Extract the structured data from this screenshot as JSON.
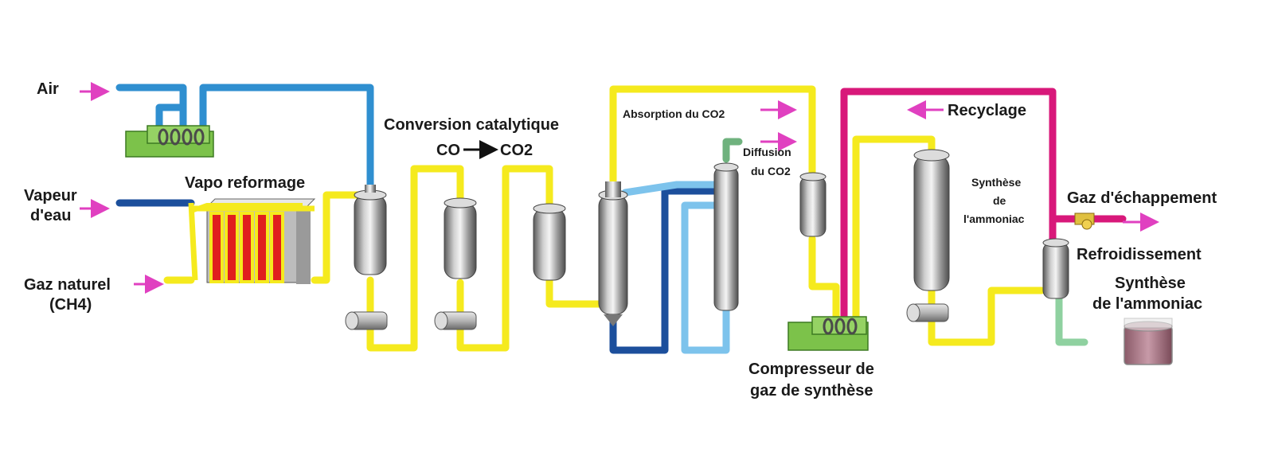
{
  "diagram": {
    "inputs": {
      "air": "Air",
      "vapeur_line1": "Vapeur",
      "vapeur_line2": "d'eau",
      "gaz_line1": "Gaz naturel",
      "gaz_line2": "(CH4)"
    },
    "stages": {
      "vapo_reformage": "Vapo reformage",
      "conversion_line1": "Conversion catalytique",
      "conversion_co": "CO",
      "conversion_co2": "CO2",
      "absorption": "Absorption du CO2",
      "diffusion_line1": "Diffusion",
      "diffusion_line2": "du CO2",
      "recyclage": "Recyclage",
      "synthese_small_1": "Synthèse",
      "synthese_small_2": "de",
      "synthese_small_3": "l'ammoniac",
      "gaz_echappement": "Gaz d'échappement",
      "refroidissement": "Refroidissement",
      "synthese_out_1": "Synthèse",
      "synthese_out_2": "de l'ammoniac",
      "compresseur_1": "Compresseur de",
      "compresseur_2": "gaz de synthèse"
    },
    "colors": {
      "yellow_pipe": "#f5ea1e",
      "blue_pipe": "#2f8fd0",
      "dark_blue_pipe": "#1c4f9c",
      "light_blue_pipe": "#7dc3ec",
      "magenta_pipe": "#d8187a",
      "arrow": "#e040c0",
      "compressor_green": "#7cc24a",
      "green_pipe": "#6fb27e",
      "reformer_red": "#e01e1e"
    }
  }
}
